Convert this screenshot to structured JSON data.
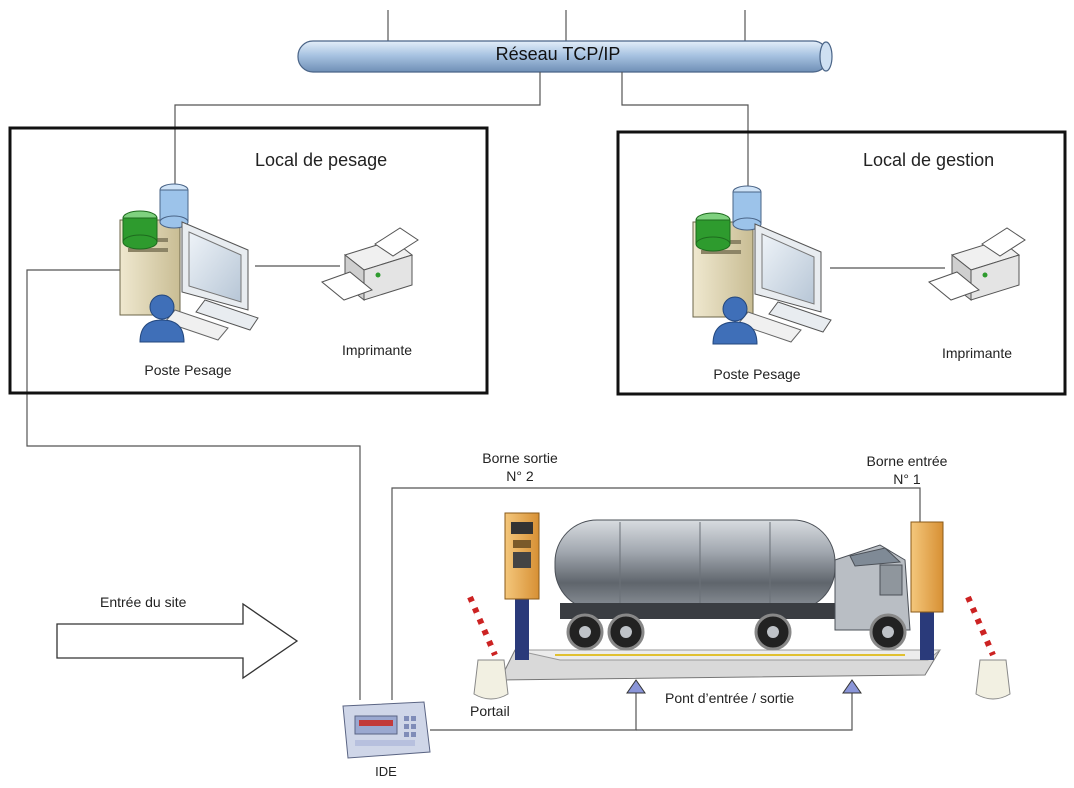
{
  "network": {
    "label": "Réseau TCP/IP"
  },
  "rooms": {
    "weighing": {
      "title": "Local de pesage",
      "station_label": "Poste Pesage",
      "printer_label": "Imprimante"
    },
    "management": {
      "title": "Local de gestion",
      "station_label": "Poste Pesage",
      "printer_label": "Imprimante"
    }
  },
  "site": {
    "exit_terminal_line1": "Borne sortie",
    "exit_terminal_line2": "N° 2",
    "entry_terminal_line1": "Borne entrée",
    "entry_terminal_line2": "N° 1",
    "site_entry": "Entrée du site",
    "gate": "Portail",
    "bridge": "Pont d’entrée / sortie",
    "indicator": "IDE"
  },
  "colors": {
    "pipe": "#a9c4e2",
    "pipe_dark": "#6f8fb6",
    "tower": "#d9cfae",
    "db_green": "#2e9b2e",
    "db_blue": "#9cc3ea",
    "user": "#3f6fb8",
    "terminal": "#e7a84a",
    "truck_tank": "#9aa0a8",
    "arrow_marker": "#8a95d8"
  }
}
